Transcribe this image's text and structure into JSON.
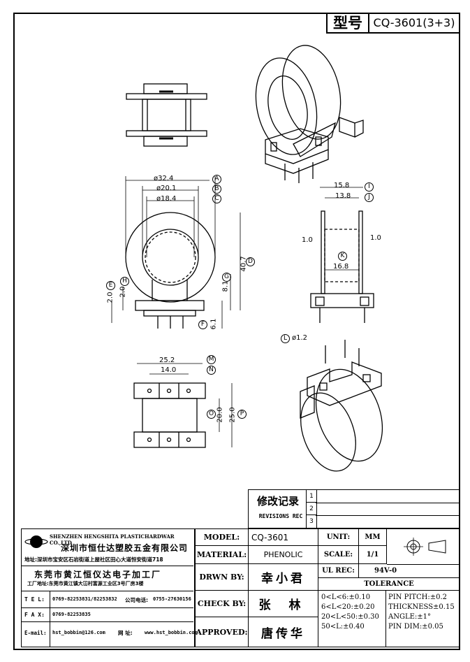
{
  "title_block": {
    "model_label": "型号",
    "model_value": "CQ-3601(3+3)"
  },
  "dims": {
    "d_a": "ø32.4",
    "d_b": "ø20.1",
    "d_c": "ø18.4",
    "h_d": "40.7",
    "h_g": "8.1",
    "h_f": "6.1",
    "h_e1": "2.0",
    "h_e2": "2.0",
    "w_i": "15.8",
    "w_j": "13.8",
    "w_k": "16.8",
    "wall_left": "1.0",
    "wall_right": "1.0",
    "pin_l": "ø1.2",
    "w_m": "25.2",
    "w_n": "14.0",
    "h_o": "20.0",
    "h_p": "25.0"
  },
  "callouts": {
    "a": "A",
    "b": "B",
    "c": "C",
    "d": "D",
    "e": "E",
    "f": "F",
    "g": "G",
    "h": "H",
    "i": "I",
    "j": "J",
    "k": "K",
    "l": "L",
    "m": "M",
    "n": "N",
    "o": "O",
    "p": "P"
  },
  "revisions": {
    "title": "修改记录",
    "subtitle": "REVISIONS REC",
    "marks": [
      "1",
      "2",
      "3"
    ]
  },
  "company": {
    "name_en": "SHENZHEN HENGSHITA PLASTICHARDWAR CO.,LTD",
    "name_cn": "深圳市恒仕达塑胶五金有限公司",
    "address": "地址:深圳市宝安区石岩街道上屋社区田心大道恒安街道718",
    "factory_cn": "东莞市黄江恒仪达电子加工厂",
    "factory_addr": "工厂地址:东莞市黄江镇大冚村富源工业区3号厂房3楼",
    "tel_label": "T E L:",
    "tel_value": "0769-82253831/82253832",
    "phone_label": "公司电话:",
    "phone_value": "0755-27630156",
    "fax_label": "F A X:",
    "fax_value": "0769-82253835",
    "email_label": "E-mail:",
    "email_value": "hst_bobbin@126.com",
    "web_label": "网 址:",
    "web_value": "www.hst_bobbin.com"
  },
  "spec": {
    "model_label": "MODEL:",
    "model_value": "CQ-3601",
    "material_label": "MATERIAL:",
    "material_value": "PHENOLIC",
    "drawn_label": "DRWN BY:",
    "drawn_value": "幸小君",
    "check_label": "CHECK BY:",
    "check_value": "张 林",
    "approved_label": "APPROVED:",
    "approved_value": "唐传华",
    "unit_label": "UNIT:",
    "unit_value": "MM",
    "scale_label": "SCALE:",
    "scale_value": "1/1",
    "ul_label": "UL REC:",
    "ul_value": "94V-0",
    "tolerance_title": "TOLERANCE",
    "tol_1": "0<L<6:±0.10",
    "tol_2": "6<L<20:±0.20",
    "tol_3": "20<L<50:±0.30",
    "tol_4": "50<L:±0.40",
    "tol_pitch": "PIN PITCH:±0.2",
    "tol_thick": "THICKNESS±0.15",
    "tol_angle": "ANGLE:±1°",
    "tol_pin_dim": "PIN DIM:±0.05"
  }
}
